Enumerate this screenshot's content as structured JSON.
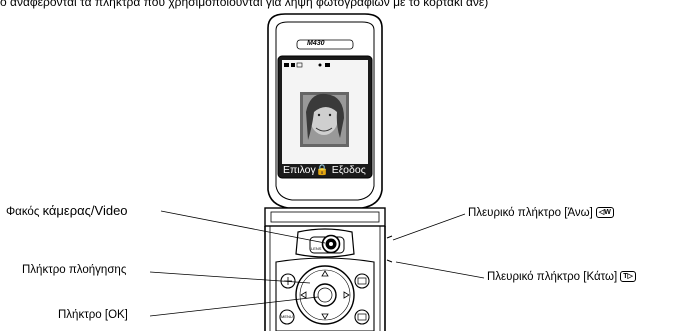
{
  "caption": "ο αναφέρονται τα πλήκτρα που χρησιμοποιούνται για λήψη φωτογραφιών με το κορτακι ανε)",
  "phone": {
    "brand": "M430",
    "softkeys": "Επιλογ🔒 Εξοδος",
    "lens_text": "LENS",
    "menu_text": "MENU"
  },
  "labels": {
    "camera_lens_prefix": "Φακός",
    "camera_lens_word": "κάμερας",
    "camera_lens_suffix": "/Video",
    "nav_key": "Πλήκτρο πλοήγησης",
    "ok_key": "Πλήκτρο [OK]",
    "side_up": "Πλευρικό πλήκτρο [Άνω]",
    "side_up_icon": "◁W",
    "side_down": "Πλευρικό πλήκτρο [Κάτω]",
    "side_down_icon": "T▷"
  }
}
